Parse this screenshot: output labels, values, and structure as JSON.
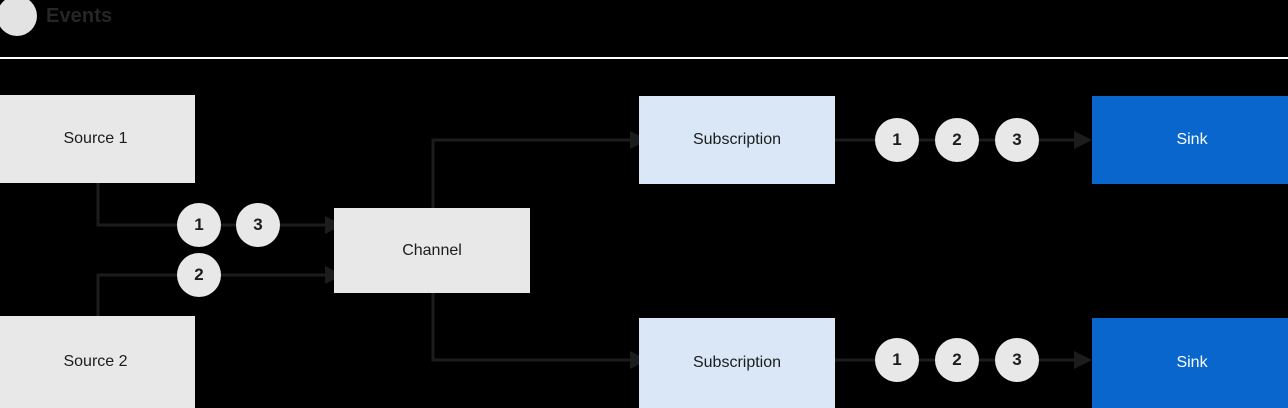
{
  "header": {
    "dot_icon": "status-dot-icon",
    "title": "Events",
    "divider_color": "#ffffff"
  },
  "colors": {
    "background": "#000000",
    "source_fill": "#e8e8e8",
    "channel_fill": "#e8e8e8",
    "subscription_fill": "#d9e7f7",
    "sink_fill": "#0866cc",
    "sink_text": "#ffffff",
    "node_text": "#1c1c1c",
    "wire": "#1c1c1c",
    "badge_fill": "#e8e8e8"
  },
  "diagram": {
    "nodes": {
      "source_1": "Source 1",
      "source_2": "Source 2",
      "channel": "Channel",
      "subscription_top": "Subscription",
      "subscription_bottom": "Subscription",
      "sink_top": "Sink",
      "sink_bottom": "Sink"
    },
    "badges": {
      "source1_to_channel": [
        "1",
        "3"
      ],
      "source2_to_channel": [
        "2"
      ],
      "subscription_top_to_sink": [
        "1",
        "2",
        "3"
      ],
      "subscription_bottom_to_sink": [
        "1",
        "2",
        "3"
      ]
    }
  }
}
